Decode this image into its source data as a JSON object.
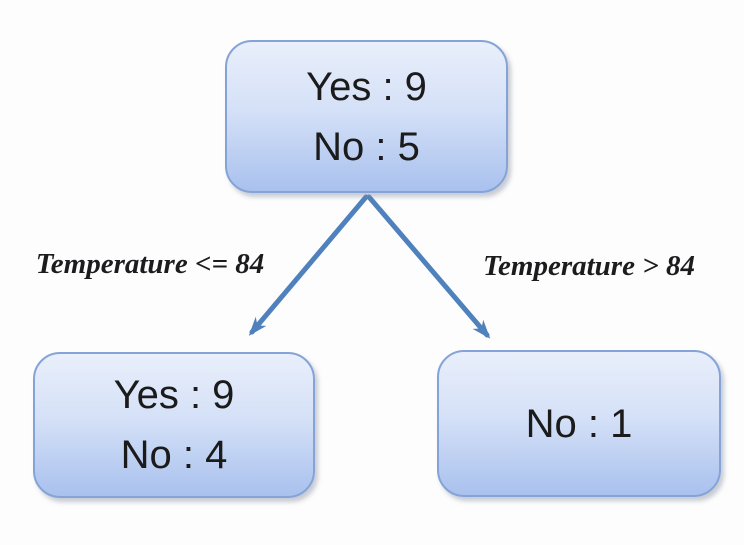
{
  "tree": {
    "nodes": [
      {
        "id": "root",
        "lines": [
          "Yes : 9",
          "No : 5"
        ]
      },
      {
        "id": "left-child",
        "lines": [
          "Yes : 9",
          "No : 4"
        ]
      },
      {
        "id": "right-child",
        "lines": [
          "No : 1"
        ]
      }
    ],
    "edges": [
      {
        "from": "root",
        "to": "left-child",
        "label": "Temperature <= 84"
      },
      {
        "from": "root",
        "to": "right-child",
        "label": "Temperature > 84"
      }
    ]
  },
  "colors": {
    "background": "#fdfdfd",
    "node_fill_top": "#e9effb",
    "node_fill_bottom": "#a9c1ee",
    "node_border": "#85a3d6",
    "node_text": "#1b1b1b",
    "label_text": "#1c1c1e",
    "arrow": "#4f81bd"
  }
}
